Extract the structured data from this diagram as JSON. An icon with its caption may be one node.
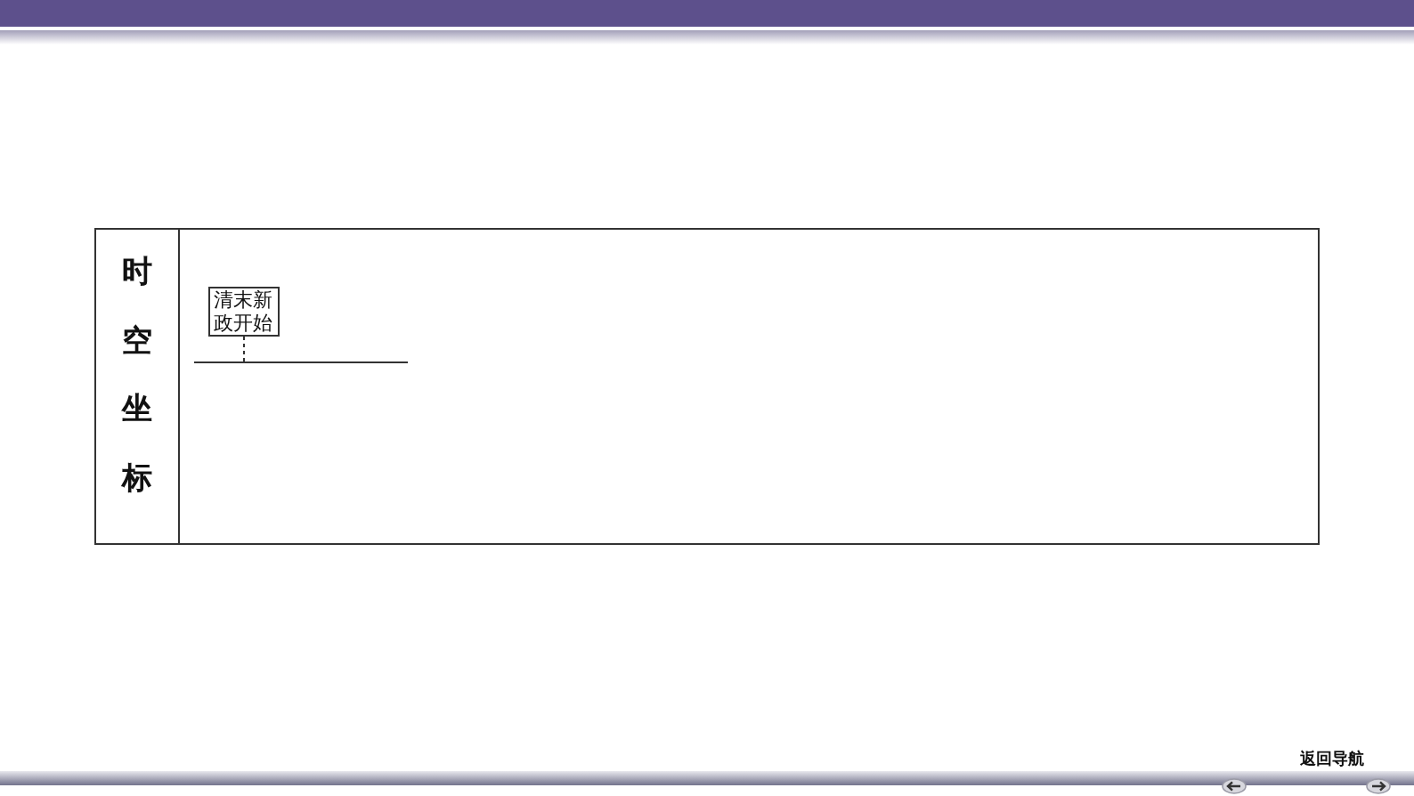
{
  "diagram": {
    "nodes": [
      {
        "text": [
          "时空坐标"
        ]
      },
      {
        "text": [],
        "shape": "box"
      },
      {
        "text": [
          "清末新政开始"
        ],
        "in": 1
      },
      {
        "text": [],
        "shape": "line",
        "in": 1
      }
    ],
    "edges": [
      {
        "from": 2,
        "to": 3,
        "arrow": "none",
        "style": "dashed"
      }
    ],
    "labels": [
      "返回导航"
    ]
  }
}
